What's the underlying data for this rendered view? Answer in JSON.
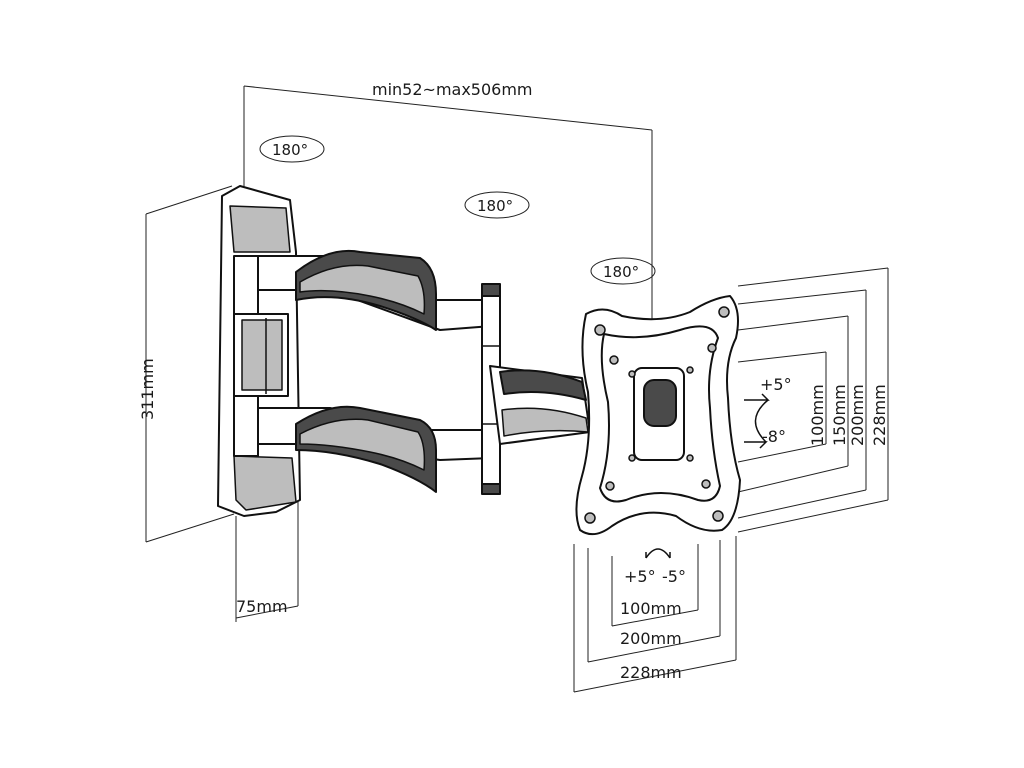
{
  "dimensions": {
    "extension": "min52~max506mm",
    "height": "311mm",
    "depth": "75mm",
    "vesa_v_100": "100mm",
    "vesa_v_150": "150mm",
    "vesa_v_200": "200mm",
    "vesa_v_228": "228mm",
    "vesa_h_100": "100mm",
    "vesa_h_200": "200mm",
    "vesa_h_228": "228mm"
  },
  "rotations": {
    "wall_pivot": "180°",
    "arm_pivot": "180°",
    "plate_pivot": "180°"
  },
  "tilt": {
    "up": "+5°",
    "down": "-8°"
  },
  "swivel": {
    "left": "+5°",
    "right": "-5°"
  },
  "colors": {
    "line": "#111111",
    "shade": "#4a4a4a",
    "background": "#ffffff"
  }
}
